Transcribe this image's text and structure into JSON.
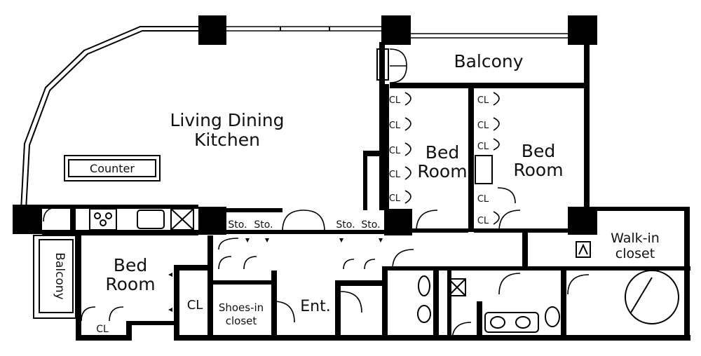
{
  "rooms": {
    "living_title": "Living Dining",
    "living_subtitle": "Kitchen",
    "counter": "Counter",
    "balcony_top": "Balcony",
    "bedroom_center_line1": "Bed",
    "bedroom_center_line2": "Room",
    "bedroom_right_line1": "Bed",
    "bedroom_right_line2": "Room",
    "bedroom_left_line1": "Bed",
    "bedroom_left_line2": "Room",
    "balcony_left": "Balcony",
    "walkin_line1": "Walk-in",
    "walkin_line2": "closet",
    "shoes_line1": "Shoes-in",
    "shoes_line2": "closet",
    "entrance": "Ent.",
    "closet_left": "CL",
    "closet_bottom": "CL"
  },
  "closets_center": [
    "CL",
    "CL",
    "CL",
    "CL",
    "CL"
  ],
  "closets_right": [
    "CL",
    "CL",
    "CL",
    "CL",
    "CL"
  ],
  "storage": [
    "Sto.",
    "Sto.",
    "Sto.",
    "Sto."
  ]
}
